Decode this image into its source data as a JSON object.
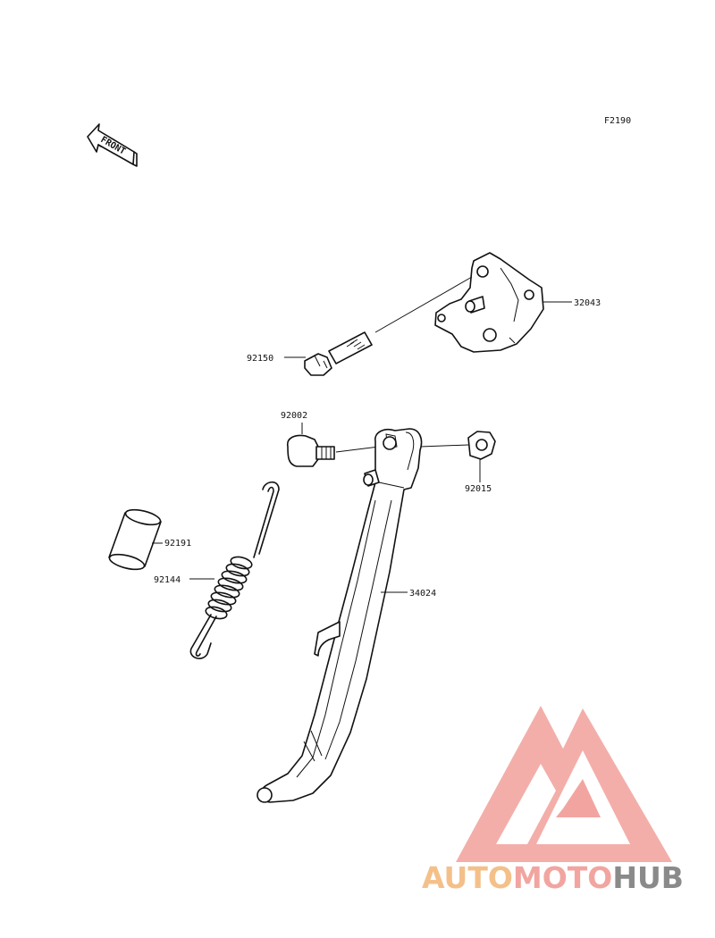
{
  "diagram": {
    "figure_code": "F2190",
    "front_label": "FRONT",
    "parts": {
      "bracket": "32043",
      "bolt": "92150",
      "pivot_bolt": "92002",
      "nut": "92015",
      "collar": "92191",
      "spring": "92144",
      "side_stand": "34024"
    }
  },
  "watermark": {
    "part1": "AUTO",
    "part2": "MOTO",
    "part3": "HUB",
    "colors": {
      "orange": "#f4c08a",
      "pink": "#f2a5a0",
      "gray": "#8a8a8a"
    }
  }
}
